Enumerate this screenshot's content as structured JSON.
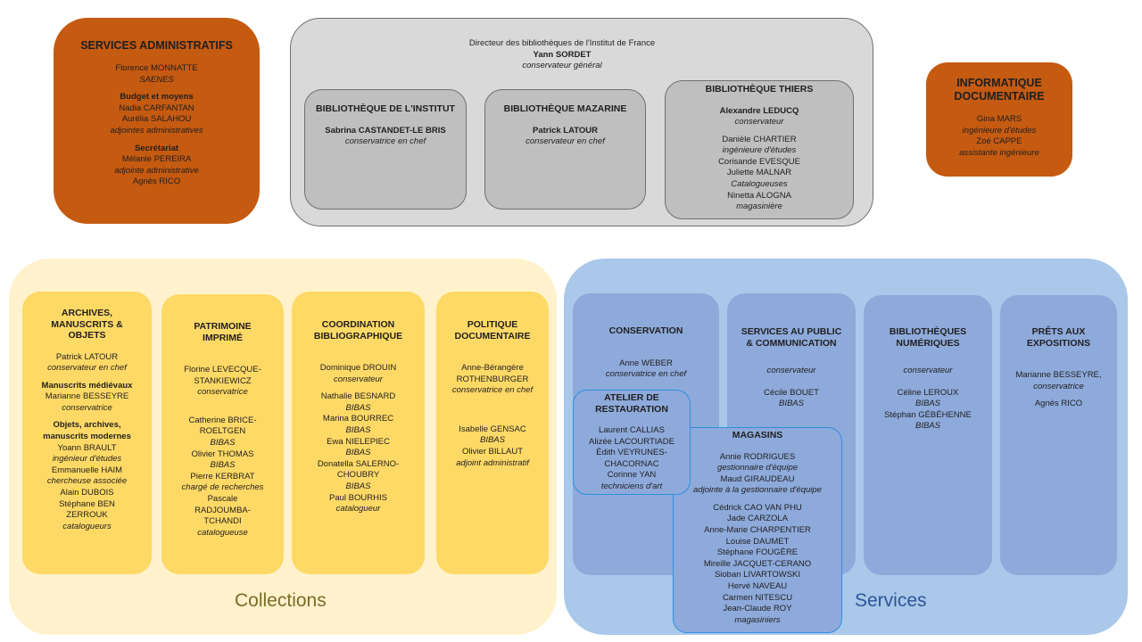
{
  "admin": {
    "title": "SERVICES ADMINISTRATIFS",
    "lines": [
      "Florence MONNATTE",
      "SAENES",
      "Budget et moyens",
      "Nadia CARFANTAN",
      "Aurélia SALAHOU",
      "adjointes administratives",
      "Secrétariat",
      "Mélanie PEREIRA",
      "adjointe administrative",
      "Agnès RICO"
    ]
  },
  "director": {
    "line1": "Directeur des bibliothèques de l'Institut de France",
    "name": "Yann SORDET",
    "role": "conservateur général"
  },
  "libraries": [
    {
      "title": "BIBLIOTHÈQUE DE L'INSTITUT",
      "name": "Sabrina CASTANDET-LE BRIS",
      "role": "conservatrice en chef"
    },
    {
      "title": "BIBLIOTHÈQUE MAZARINE",
      "name": "Patrick LATOUR",
      "role": "conservateur en chef"
    },
    {
      "title": "BIBLIOTHÈQUE THIERS",
      "name": "Alexandre LEDUCQ",
      "role": "conservateur",
      "lines": [
        "Danièle CHARTIER",
        "ingénieure d'études",
        "Corisande EVESQUE",
        "Juliette MALNAR",
        "Catalogueuses",
        "Ninetta ALOGNA",
        "magasinière"
      ]
    }
  ],
  "informatique": {
    "title": [
      "INFORMATIQUE",
      "DOCUMENTAIRE"
    ],
    "lines": [
      "Gina MARS",
      "ingénieure d'études",
      "Zoé CAPPE",
      "assistante ingénieure"
    ]
  },
  "collections": {
    "label": "Collections",
    "boxes": [
      {
        "title": [
          "ARCHIVES,",
          "MANUSCRITS &",
          "OBJETS"
        ],
        "lines": [
          "Patrick LATOUR",
          "conservateur en chef",
          "Manuscrits médiévaux",
          "Marianne BESSEYRE",
          "conservatrice",
          "Objets, archives,",
          "manuscrits modernes",
          "Yoann BRAULT",
          "ingénieur d'études",
          "Emmanuelle HAIM",
          "chercheuse associée",
          "Alain DUBOIS",
          "Stéphane BEN",
          "ZERROUK",
          "catalogueurs"
        ]
      },
      {
        "title": [
          "PATRIMOINE",
          "IMPRIMÉ"
        ],
        "lines": [
          "Florine LEVECQUE-",
          "STANKIEWICZ",
          "conservatrice",
          "Catherine BRICE-",
          "ROELTGEN",
          "BIBAS",
          "Olivier THOMAS",
          "BIBAS",
          "Pierre KERBRAT",
          "chargé de recherches",
          "Pascale",
          "RADJOUMBA-",
          "TCHANDI",
          "catalogueuse"
        ]
      },
      {
        "title": [
          "COORDINATION",
          "BIBLIOGRAPHIQUE"
        ],
        "lines": [
          "Dominique DROUIN",
          "conservateur",
          "Nathalie BESNARD",
          "BIBAS",
          "Marina BOURREC",
          "BIBAS",
          "Ewa NIELEPIEC",
          "BIBAS",
          "Donatella SALERNO-",
          "CHOUBRY",
          "BIBAS",
          "Paul BOURHIS",
          "catalogueur"
        ]
      },
      {
        "title": [
          "POLITIQUE",
          "DOCUMENTAIRE"
        ],
        "lines": [
          "Anne-Bérangère",
          "ROTHENBURGER",
          "conservatrice en chef",
          "Isabelle GENSAC",
          "BIBAS",
          "Olivier BILLAUT",
          "adjoint administratif"
        ]
      }
    ]
  },
  "services": {
    "label": "Services",
    "conservation": {
      "title": "CONSERVATION",
      "lines": [
        "Anne WEBER",
        "conservatrice en chef"
      ]
    },
    "atelier": {
      "title": [
        "ATELIER DE",
        "RESTAURATION"
      ],
      "lines": [
        "Laurent CALLIAS",
        "Alizée LACOURTIADE",
        "Édith VEYRUNES-",
        "CHACORNAC",
        "Corinne YAN",
        "techniciens d'art"
      ]
    },
    "magasins": {
      "title": "MAGASINS",
      "lines": [
        "Annie RODRIGUES",
        "gestionnaire d'équipe",
        "Maud GIRAUDEAU",
        "adjointe à la gestionnaire d'équipe",
        "Cédrick CAO VAN PHU",
        "Jade CARZOLA",
        "Anne-Marie CHARPENTIER",
        "Louise DAUMET",
        "Stéphane FOUGÈRE",
        "Mireille JACQUET-CERANO",
        "Sioban LIVARTOWSKI",
        "Hervé NAVEAU",
        "Carmen NITESCU",
        "Jean-Claude ROY",
        "magasiniers"
      ]
    },
    "public": {
      "title": [
        "SERVICES AU PUBLIC",
        "& COMMUNICATION"
      ],
      "lines": [
        "conservateur",
        "Cécile BOUET",
        "BIBAS"
      ]
    },
    "numeriques": {
      "title": [
        "BIBLIOTHÈQUES",
        "NUMÉRIQUES"
      ],
      "lines": [
        "conservateur",
        "Céline LEROUX",
        "BIBAS",
        "Stéphan GÉBÉHENNE",
        "BIBAS"
      ]
    },
    "prets": {
      "title": [
        "PRÊTS AUX",
        "EXPOSITIONS"
      ],
      "lines": [
        "Marianne BESSEYRE,",
        "conservatrice",
        "Agnès RICO"
      ]
    }
  },
  "colors": {
    "admin": "#c55a11",
    "directorate": "#d9d9d9",
    "library": "#bfbfbf",
    "collections_area": "#fff2cc",
    "collections_box": "#ffd966",
    "services_area": "#a9c8ea",
    "services_box": "#8eaadb"
  }
}
